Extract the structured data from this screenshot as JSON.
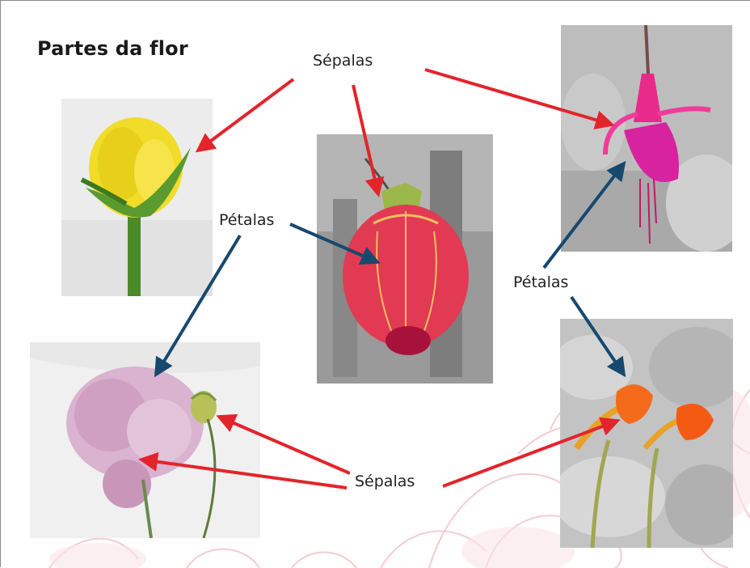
{
  "title": "Partes da flor",
  "labels": {
    "sepalas_top": "Sépalas",
    "petalas_left": "Pétalas",
    "petalas_right": "Pétalas",
    "sepalas_bottom": "Sépalas"
  },
  "photos": [
    {
      "name": "yellow-rose-photo",
      "subject": "yellow rose bud with green sepals"
    },
    {
      "name": "abutilon-photo",
      "subject": "red lantern flower with green sepals"
    },
    {
      "name": "fuchsia-photo",
      "subject": "pink fuchsia flower"
    },
    {
      "name": "pink-rose-photo",
      "subject": "faded pink rose with bud"
    },
    {
      "name": "nasturtium-photo",
      "subject": "orange nasturtium flowers"
    }
  ],
  "colors": {
    "sepal_arrow": "#e3242b",
    "petal_arrow": "#17496e",
    "background_ornament": "#f2c9cf"
  }
}
